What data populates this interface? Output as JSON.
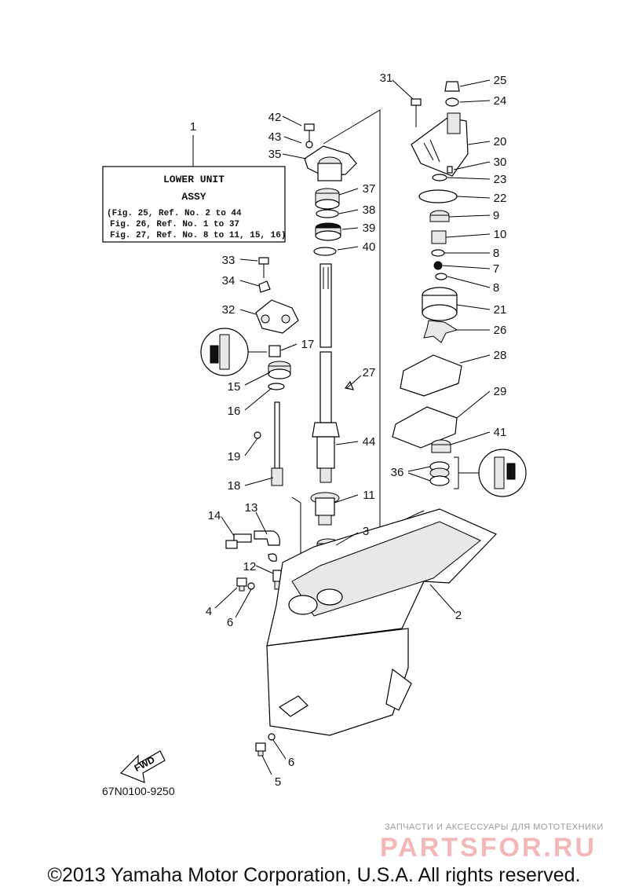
{
  "assembly_box": {
    "number": "1",
    "title_line1": "LOWER UNIT",
    "title_line2": "ASSY",
    "refs": [
      "(Fig. 25, Ref. No. 2 to 44",
      "Fig. 26, Ref. No. 1 to 37",
      "Fig. 27, Ref. No. 8 to 11, 15, 16)"
    ]
  },
  "part_numbers": {
    "p2": "2",
    "p3": "3",
    "p4": "4",
    "p5": "5",
    "p6a": "6",
    "p6b": "6",
    "p7": "7",
    "p8a": "8",
    "p8b": "8",
    "p9": "9",
    "p10": "10",
    "p11": "11",
    "p12": "12",
    "p13": "13",
    "p14": "14",
    "p15": "15",
    "p16": "16",
    "p17": "17",
    "p18": "18",
    "p19": "19",
    "p20": "20",
    "p21": "21",
    "p22": "22",
    "p23": "23",
    "p24": "24",
    "p25": "25",
    "p26": "26",
    "p27": "27",
    "p28": "28",
    "p29": "29",
    "p30": "30",
    "p31": "31",
    "p32": "32",
    "p33": "33",
    "p34": "34",
    "p35": "35",
    "p36": "36",
    "p37": "37",
    "p38": "38",
    "p39": "39",
    "p40": "40",
    "p41": "41",
    "p42": "42",
    "p43": "43",
    "p44": "44"
  },
  "fwd_label": "FWD",
  "drawing_code": "67N0100-9250",
  "watermark": {
    "tagline": "ЗАПЧАСТИ И АКСЕССУАРЫ ДЛЯ МОТОТЕХНИКИ",
    "brand": "PARTSFOR.RU"
  },
  "copyright": "©2013 Yamaha Motor Corporation, U.S.A. All rights reserved."
}
